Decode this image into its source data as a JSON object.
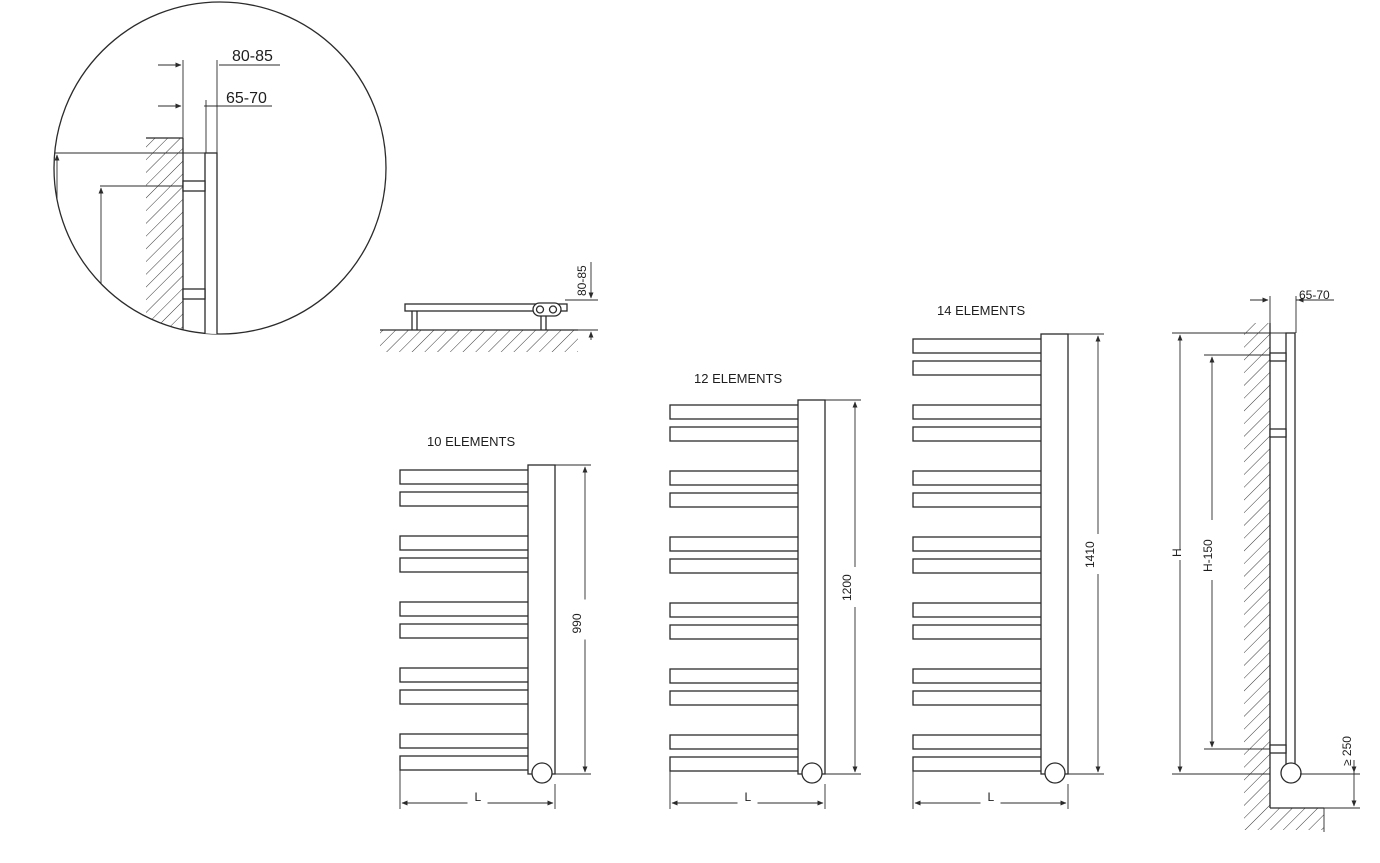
{
  "detail": {
    "dim_outer": "80-85",
    "dim_inner": "65-70"
  },
  "side_view": {
    "dim_depth": "80-85"
  },
  "models": [
    {
      "label": "10 ELEMENTS",
      "height": "990",
      "width": "L",
      "bars": 10
    },
    {
      "label": "12 ELEMENTS",
      "height": "1200",
      "width": "L",
      "bars": 12
    },
    {
      "label": "14 ELEMENTS",
      "height": "1410",
      "width": "L",
      "bars": 14
    }
  ],
  "profile": {
    "dim_depth": "65-70",
    "height": "H",
    "bracket_spacing": "H-150",
    "floor_clearance": "≥ 250"
  }
}
